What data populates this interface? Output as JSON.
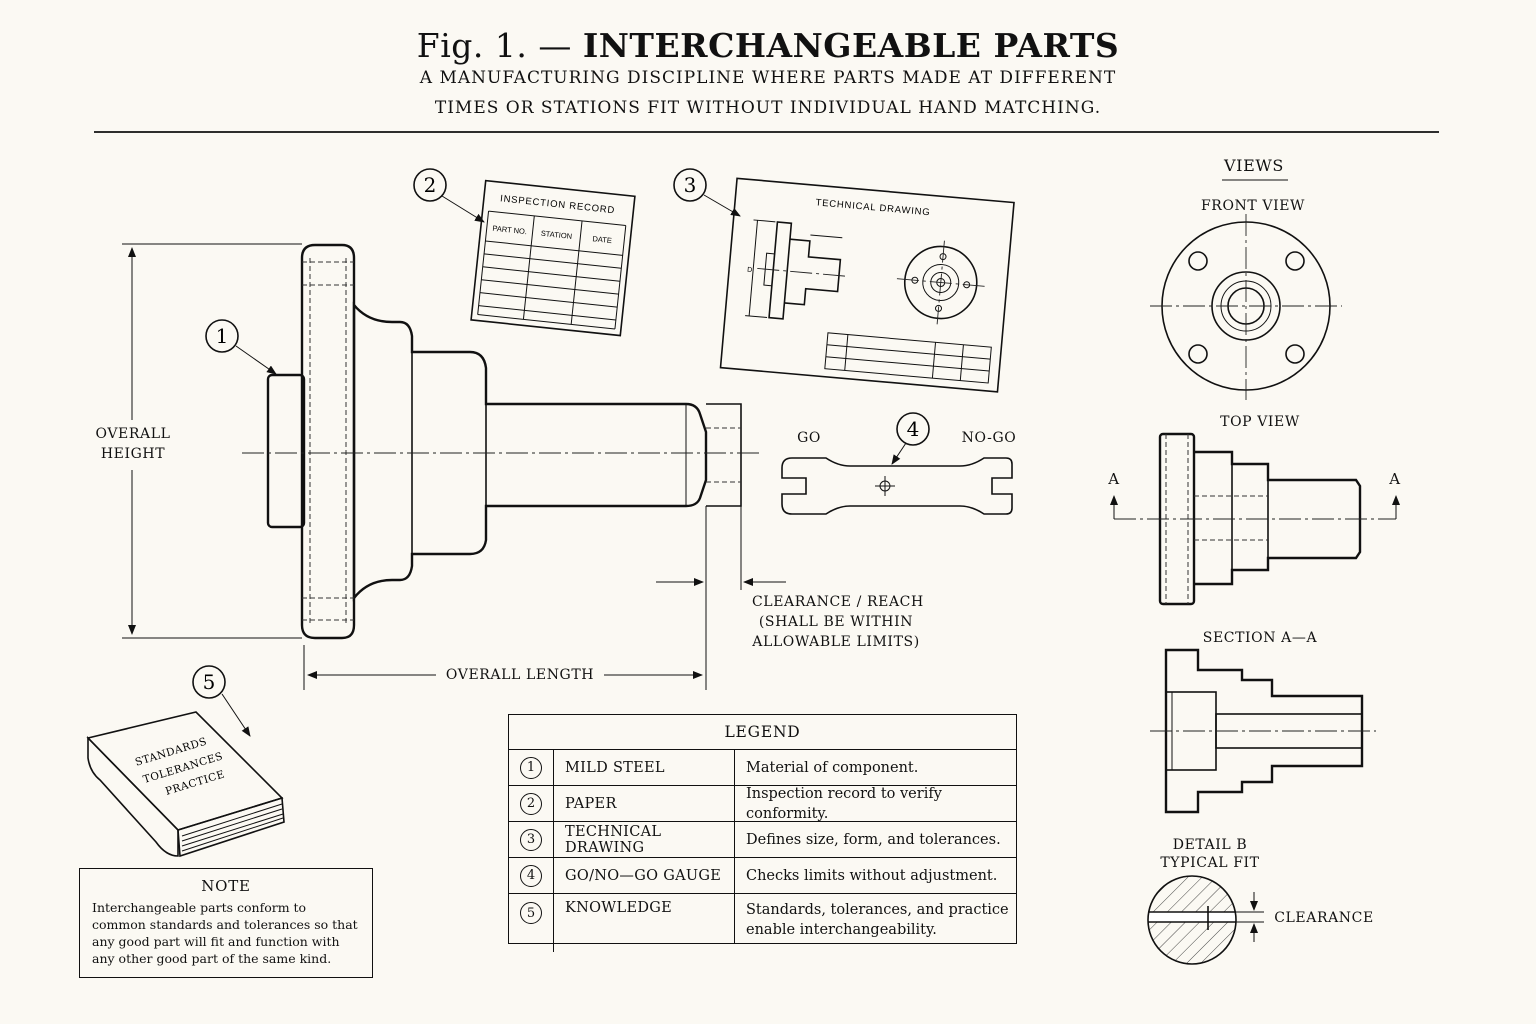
{
  "figure": {
    "prefix": "Fig. 1. —",
    "title": "INTERCHANGEABLE PARTS",
    "subtitle_line1": "A MANUFACTURING DISCIPLINE WHERE PARTS MADE AT DIFFERENT",
    "subtitle_line2": "TIMES OR STATIONS FIT WITHOUT INDIVIDUAL HAND MATCHING."
  },
  "callouts": [
    "1",
    "2",
    "3",
    "4",
    "5"
  ],
  "dimensions": {
    "overall_height": [
      "OVERALL",
      "HEIGHT"
    ],
    "overall_length": "OVERALL LENGTH",
    "clearance": [
      "CLEARANCE / REACH",
      "(SHALL BE WITHIN",
      "ALLOWABLE LIMITS)"
    ]
  },
  "inspection_record": {
    "title": "INSPECTION RECORD",
    "columns": [
      "PART NO.",
      "STATION",
      "DATE"
    ]
  },
  "technical_drawing": {
    "title": "TECHNICAL DRAWING"
  },
  "gauge": {
    "go": "GO",
    "no_go": "NO-GO"
  },
  "book": {
    "lines": [
      "STANDARDS",
      "TOLERANCES",
      "PRACTICE"
    ]
  },
  "views": {
    "heading": "VIEWS",
    "front": "FRONT VIEW",
    "top": "TOP VIEW",
    "section_marker": "A",
    "section": "SECTION A—A",
    "detail_line1": "DETAIL B",
    "detail_line2": "TYPICAL FIT",
    "clearance": "CLEARANCE"
  },
  "legend": {
    "heading": "LEGEND",
    "rows": [
      {
        "num": "1",
        "name": "MILD STEEL",
        "desc": "Material of component."
      },
      {
        "num": "2",
        "name": "PAPER",
        "desc": "Inspection record to verify conformity."
      },
      {
        "num": "3",
        "name": "TECHNICAL DRAWING",
        "desc": "Defines size, form, and tolerances."
      },
      {
        "num": "4",
        "name": "GO/NO—GO GAUGE",
        "desc": "Checks limits without adjustment."
      },
      {
        "num": "5",
        "name": "KNOWLEDGE",
        "desc": "Standards, tolerances, and practice enable interchangeability."
      }
    ]
  },
  "note": {
    "title": "NOTE",
    "body": "Interchangeable parts conform to common standards and tolerances so that any good part will fit and function with any other good part of the same kind."
  }
}
